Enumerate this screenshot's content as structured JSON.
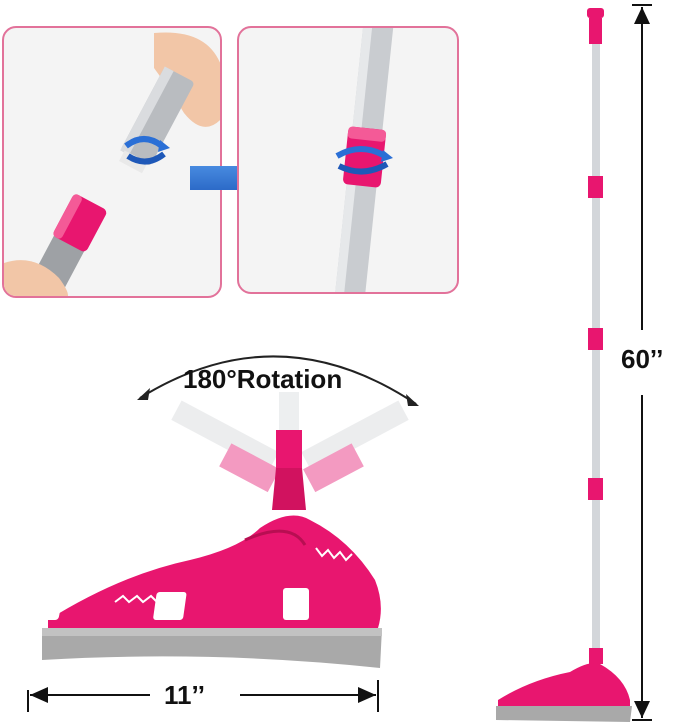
{
  "labels": {
    "rotation": "180°Rotation",
    "height": "60’’",
    "width": "11’’"
  },
  "colors": {
    "accent_pink": "#e8166f",
    "panel_border": "#e2729a",
    "rubber_gray": "#a9a9a9",
    "arrow_blue": "#2a6fd6"
  }
}
